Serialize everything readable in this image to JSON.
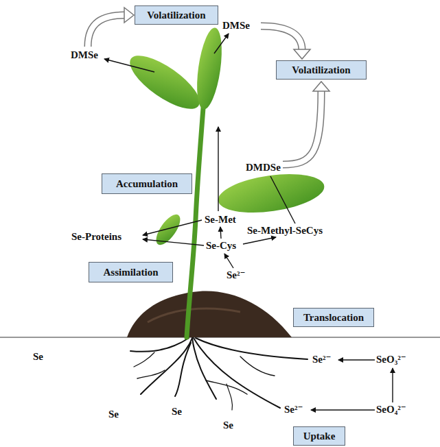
{
  "diagram": {
    "nodes": [
      {
        "text": [
          "Volatilization"
        ]
      },
      {
        "text": [
          "Volatilization"
        ]
      },
      {
        "text": [
          "Accumulation"
        ]
      },
      {
        "text": [
          "Assimilation"
        ]
      },
      {
        "text": [
          "Translocation"
        ]
      },
      {
        "text": [
          "Uptake"
        ]
      }
    ],
    "labels": [
      "DMSe",
      "DMSe",
      "DMDSe",
      "Se-Met",
      "Se-Methyl-SeCys",
      "Se-Proteins",
      "Se-Cys",
      "Se²⁻",
      "Se",
      "Se",
      "Se",
      "Se",
      "Se²⁻",
      "SeO₃²⁻",
      "Se²⁻",
      "SeO₄²⁻"
    ]
  }
}
